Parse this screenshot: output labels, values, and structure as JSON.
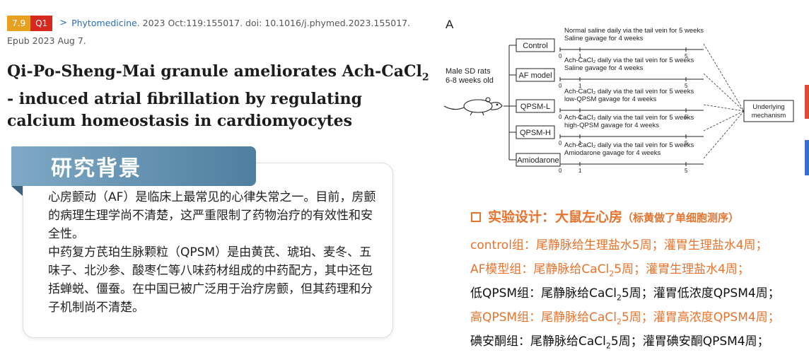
{
  "citation": {
    "impact_factor": "7.9",
    "quartile": "Q1",
    "arrow": ">",
    "journal": "Phytomedicine.",
    "details": "2023 Oct:119:155017. doi: 10.1016/j.phymed.2023.155017.",
    "epub": "Epub 2023 Aug 7."
  },
  "title": {
    "part1": "Qi-Po-Sheng-Mai granule ameliorates Ach-CaCl",
    "sub": "2",
    "part2": " - induced atrial fibrillation by regulating calcium homeostasis in cardiomyocytes"
  },
  "background": {
    "heading": "研究背景",
    "para1": "心房颤动（AF）是临床上最常见的心律失常之一。目前，房颤的病理生理学尚不清楚，这严重限制了药物治疗的有效性和安全性。",
    "para2": "中药复方芪珀生脉颗粒（QPSM）是由黄芪、琥珀、麦冬、五味子、北沙参、酸枣仁等八味药材组成的中药配方，其中还包括蝉蜕、僵蚕。在中国已被广泛用于治疗房颤，但其药理和分子机制尚不清楚。"
  },
  "diagram": {
    "panel_label": "A",
    "animal_label_1": "Male SD rats",
    "animal_label_2": "6-8 weeks old",
    "groups": [
      {
        "name": "Control",
        "line1": "Normal saline daily via the tail vein for 5 weeks",
        "line2": "Saline gavage for 4 weeks"
      },
      {
        "name": "AF model",
        "line1": "Ach-CaCl₂ daily via the tail vein for 5 weeks",
        "line2": "Saline gavage for 4 weeks"
      },
      {
        "name": "QPSM-L",
        "line1": "Ach-CaCl₂ daily via the tail vein for 5 weeks",
        "line2": "low-QPSM gavage for 4 weeks"
      },
      {
        "name": "QPSM-H",
        "line1": "Ach-CaCl₂ daily via the tail vein for 5 weeks",
        "line2": "high-QPSM gavage for 4 weeks"
      },
      {
        "name": "Amiodarone",
        "line1": "Ach-CaCl₂ daily via the tail vein for 5 weeks",
        "line2": "Amiodarone gavage for 4 weeks"
      }
    ],
    "tick_start": "0",
    "tick_mid": "1",
    "tick_end": "5",
    "outcome_1": "Underlying",
    "outcome_2": "mechanism"
  },
  "design": {
    "heading": "实验设计：大鼠左心房",
    "heading_note": "（标黄做了单细胞测序）",
    "lines": [
      {
        "a": "control组：尾静脉给生理盐水5周；灌胃生理盐水4周；",
        "sub": "",
        "b": ""
      },
      {
        "a": "AF模型组：尾静脉给CaCl",
        "sub": "2",
        "b": "5周；灌胃生理盐水4周；"
      },
      {
        "a": "低QPSM组：尾静脉给CaCl",
        "sub": "2",
        "b": "5周；灌胃低浓度QPSM4周；"
      },
      {
        "a": "高QPSM组：尾静脉给CaCl",
        "sub": "2",
        "b": "5周；灌胃高浓度QPSM4周；"
      },
      {
        "a": "碘安酮组：尾静脉给CaCl",
        "sub": "2",
        "b": "5周；灌胃碘安酮QPSM4周；"
      }
    ]
  },
  "colors": {
    "accent_orange": "#e8732c",
    "badge_if": "#e8a020",
    "badge_q": "#d6281f",
    "journal_link": "#2e6db4",
    "ribbon": "#4f7f9f"
  }
}
